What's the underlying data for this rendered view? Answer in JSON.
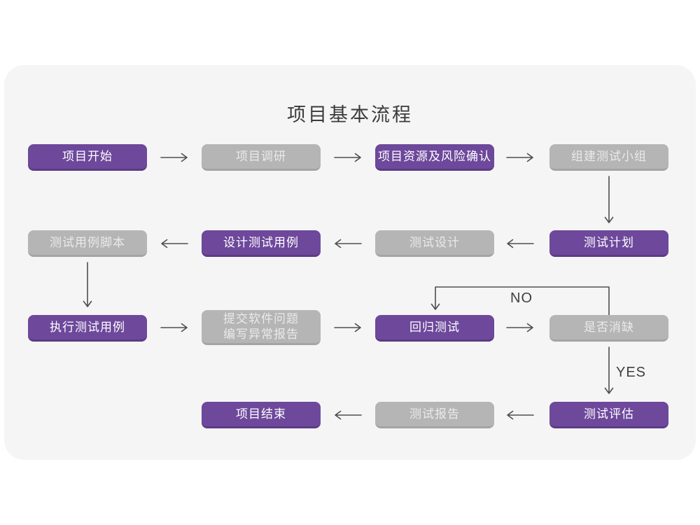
{
  "title": "项目基本流程",
  "colors": {
    "purple": "#6d489b",
    "purple_dark": "#5c3b84",
    "gray": "#b5b5b6",
    "gray_dark": "#a4a4a5",
    "card_bg": "#f5f5f6",
    "arrow": "#4e4e4e"
  },
  "labels": {
    "no": "NO",
    "yes": "YES"
  },
  "nodes": [
    {
      "id": "project-start",
      "label": "项目开始",
      "type": "purple"
    },
    {
      "id": "project-research",
      "label": "项目调研",
      "type": "gray"
    },
    {
      "id": "resource-risk-confirm",
      "label": "项目资源及风险确认",
      "type": "purple"
    },
    {
      "id": "build-test-team",
      "label": "组建测试小组",
      "type": "gray"
    },
    {
      "id": "test-case-script",
      "label": "测试用例脚本",
      "type": "gray"
    },
    {
      "id": "design-test-case",
      "label": "设计测试用例",
      "type": "purple"
    },
    {
      "id": "test-design",
      "label": "测试设计",
      "type": "gray"
    },
    {
      "id": "test-plan",
      "label": "测试计划",
      "type": "purple"
    },
    {
      "id": "execute-test-case",
      "label": "执行测试用例",
      "type": "purple"
    },
    {
      "id": "submit-issue-report",
      "label": "提交软件问题\n编写异常报告",
      "type": "gray"
    },
    {
      "id": "regression-test",
      "label": "回归测试",
      "type": "purple"
    },
    {
      "id": "defect-cleared",
      "label": "是否消缺",
      "type": "gray"
    },
    {
      "id": "project-end",
      "label": "项目结束",
      "type": "purple"
    },
    {
      "id": "test-report",
      "label": "测试报告",
      "type": "gray"
    },
    {
      "id": "test-evaluate",
      "label": "测试评估",
      "type": "purple"
    }
  ],
  "edges": [
    {
      "from": "项目开始",
      "to": "项目调研",
      "label": ""
    },
    {
      "from": "项目调研",
      "to": "项目资源及风险确认",
      "label": ""
    },
    {
      "from": "项目资源及风险确认",
      "to": "组建测试小组",
      "label": ""
    },
    {
      "from": "组建测试小组",
      "to": "测试计划",
      "label": ""
    },
    {
      "from": "测试计划",
      "to": "测试设计",
      "label": ""
    },
    {
      "from": "测试设计",
      "to": "设计测试用例",
      "label": ""
    },
    {
      "from": "设计测试用例",
      "to": "测试用例脚本",
      "label": ""
    },
    {
      "from": "测试用例脚本",
      "to": "执行测试用例",
      "label": ""
    },
    {
      "from": "执行测试用例",
      "to": "提交软件问题 编写异常报告",
      "label": ""
    },
    {
      "from": "提交软件问题 编写异常报告",
      "to": "回归测试",
      "label": ""
    },
    {
      "from": "回归测试",
      "to": "是否消缺",
      "label": ""
    },
    {
      "from": "是否消缺",
      "to": "回归测试",
      "label": "NO"
    },
    {
      "from": "是否消缺",
      "to": "测试评估",
      "label": "YES"
    },
    {
      "from": "测试评估",
      "to": "测试报告",
      "label": ""
    },
    {
      "from": "测试报告",
      "to": "项目结束",
      "label": ""
    }
  ]
}
